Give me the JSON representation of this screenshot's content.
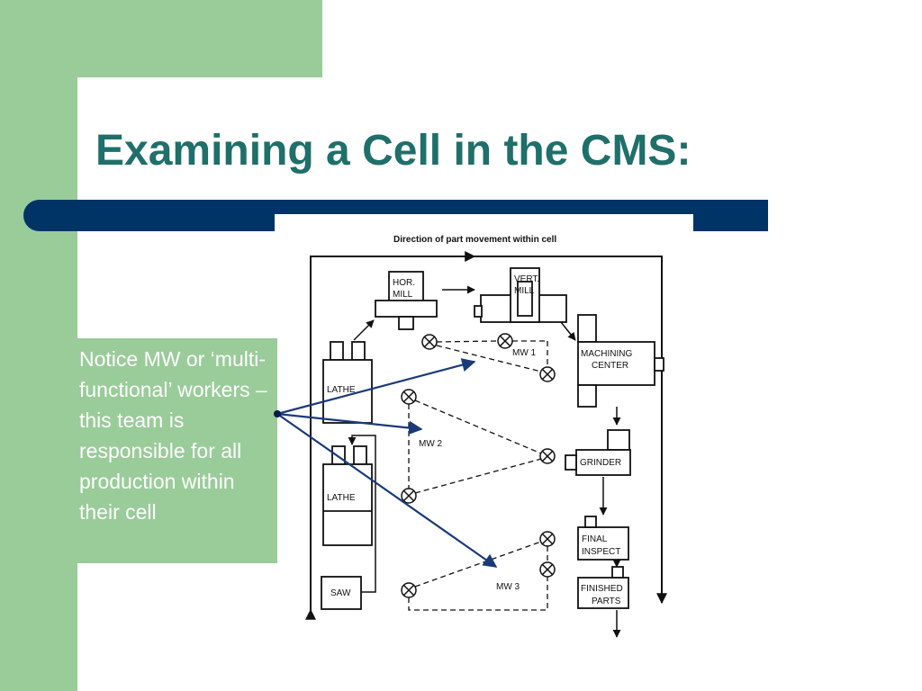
{
  "slide": {
    "title": "Examining a Cell in the CMS:",
    "note": "Notice MW or ‘multi-functional’ workers – this team is responsible for all production within their cell"
  },
  "diagram": {
    "header": "Direction of part movement within cell",
    "machines": {
      "hor_mill": [
        "HOR.",
        "MILL"
      ],
      "vert_mill": [
        "VERT.",
        "MILL"
      ],
      "machining_center": [
        "MACHINING",
        "CENTER"
      ],
      "lathe_top": "LATHE",
      "lathe_bottom": "LATHE",
      "grinder": "GRINDER",
      "saw": "SAW",
      "final_inspect": [
        "FINAL",
        "INSPECT"
      ],
      "finished_parts": [
        "FINISHED",
        "PARTS"
      ]
    },
    "workers": {
      "mw1": "MW 1",
      "mw2": "MW 2",
      "mw3": "MW 3"
    }
  },
  "colors": {
    "green": "#99cc99",
    "navy": "#003366",
    "title": "#1f6f6a",
    "pointer": "#1a3a7a"
  }
}
